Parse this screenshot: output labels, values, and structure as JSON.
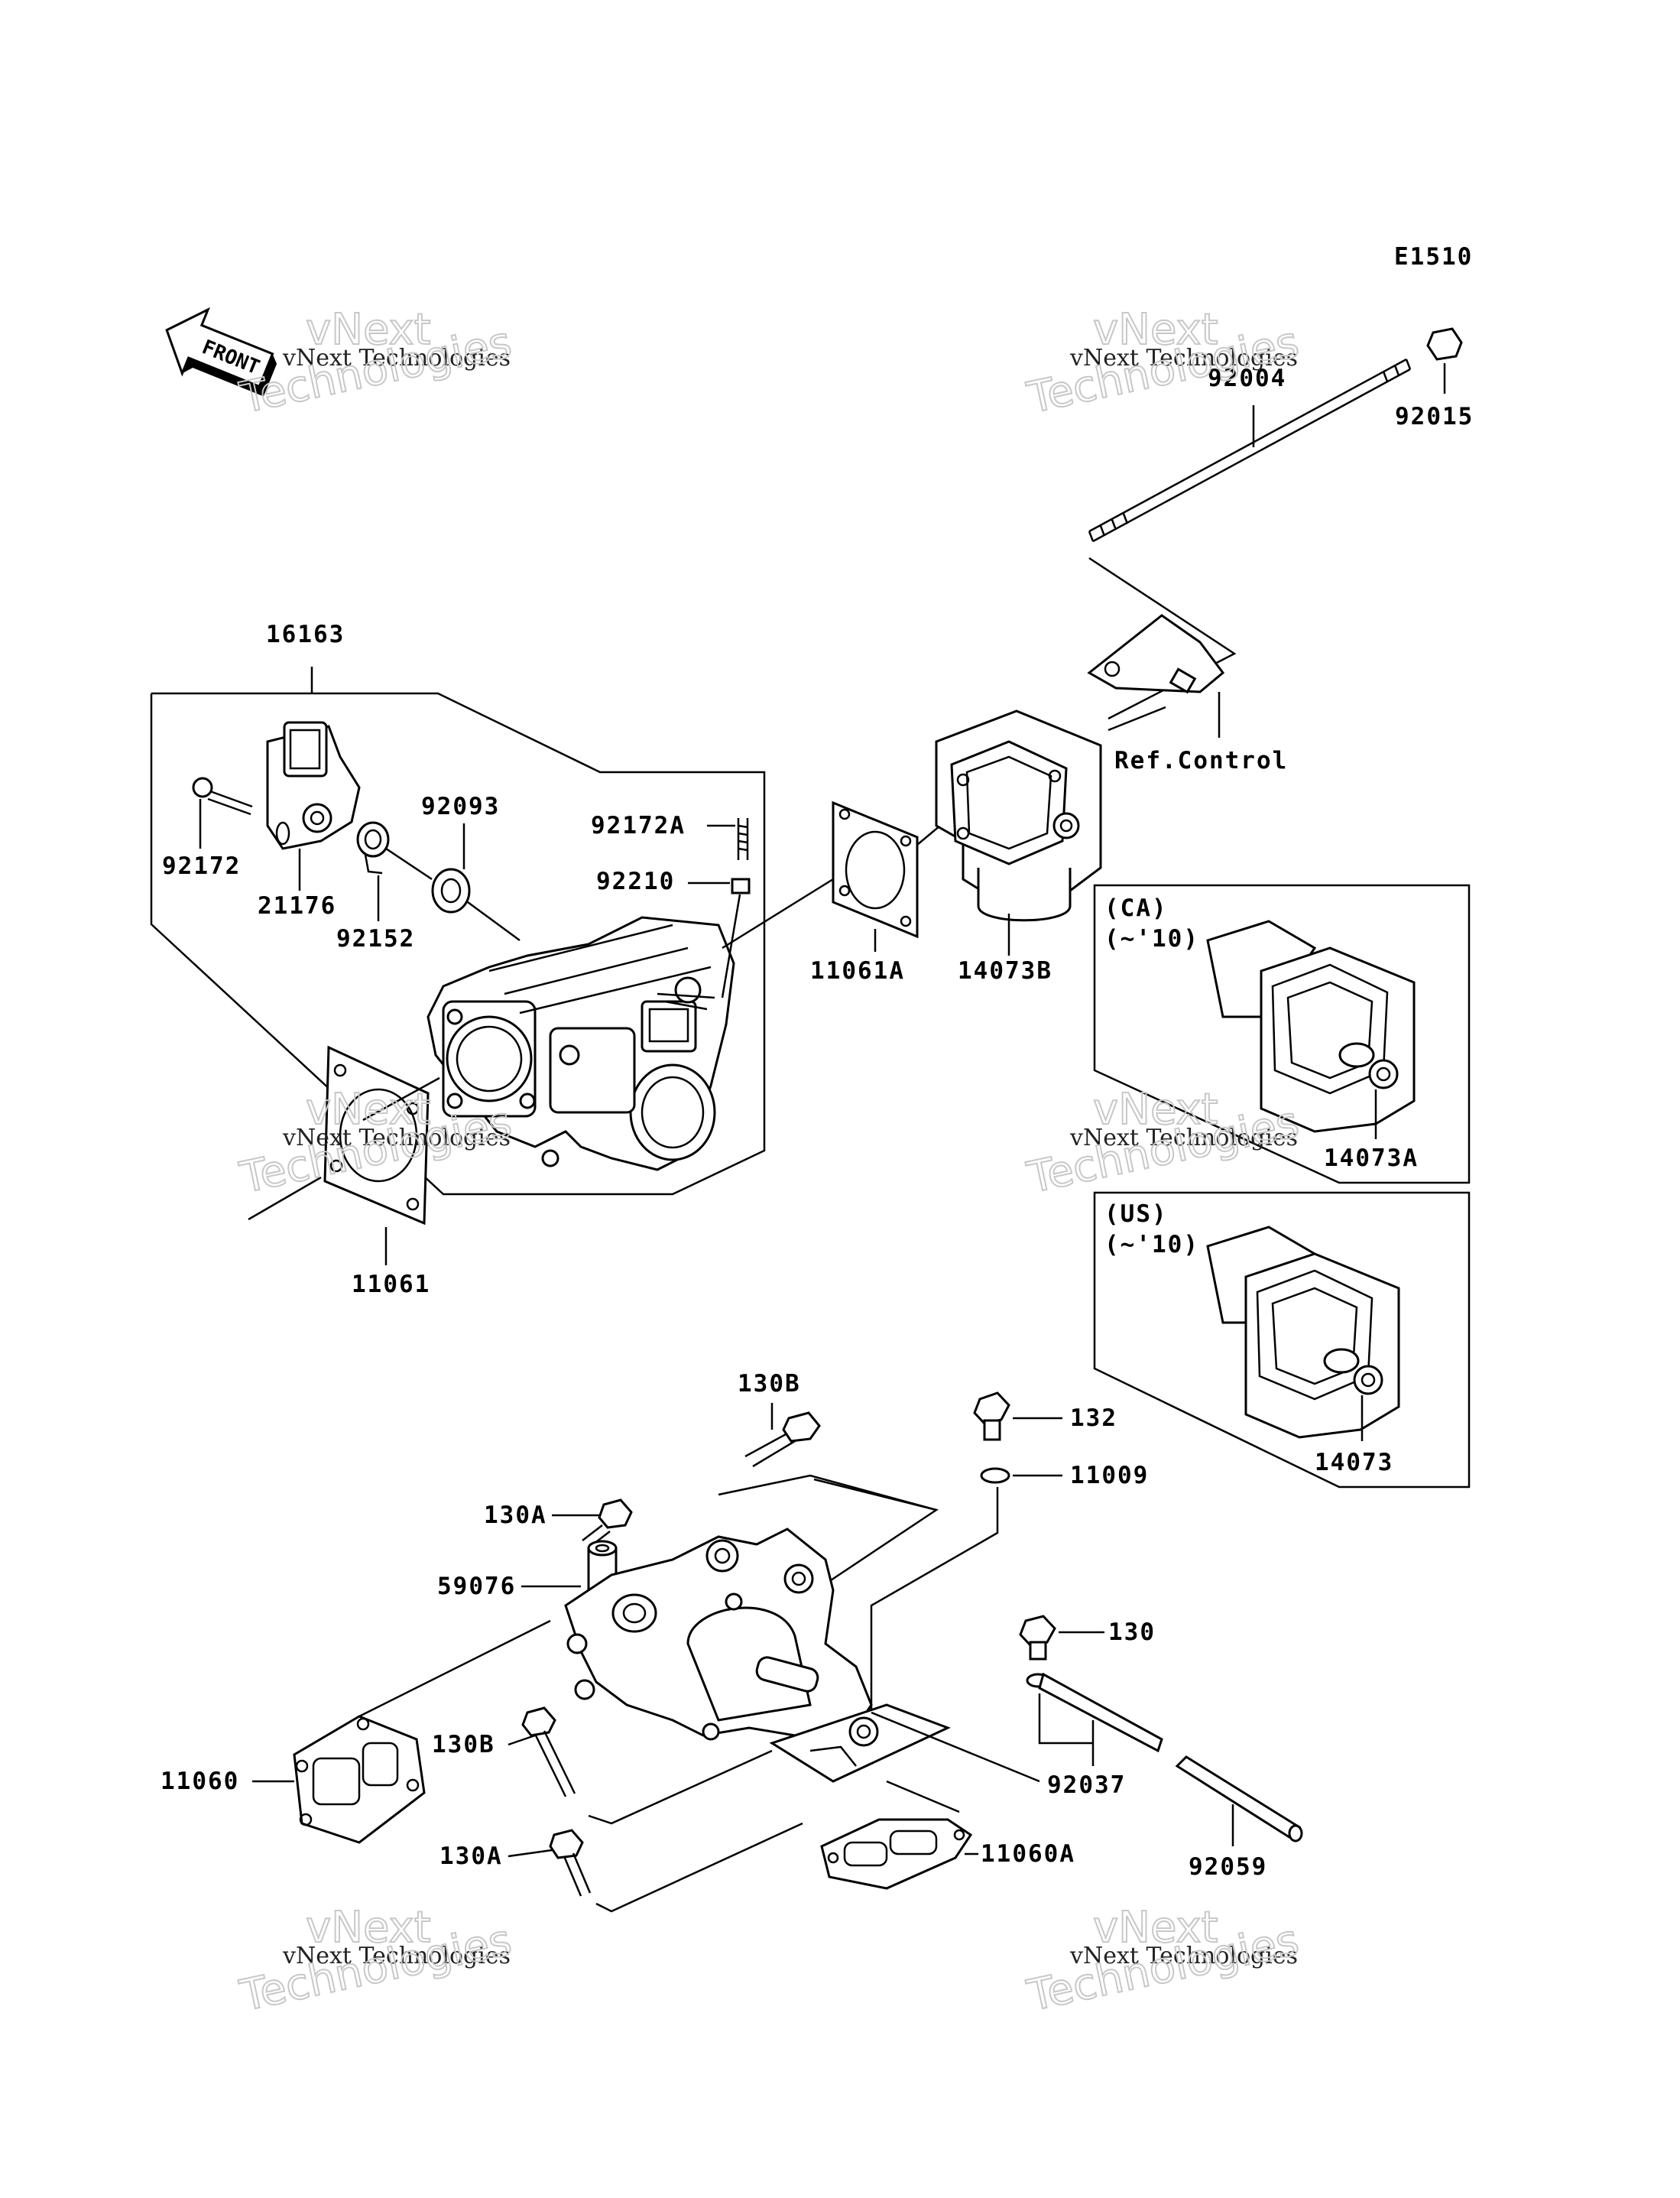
{
  "diagram": {
    "code": "E1510",
    "front_label": "FRONT",
    "watermark_lines": [
      "vNext Technologies",
      "vNext",
      "Technologies"
    ],
    "callouts": {
      "c16163": "16163",
      "c92172": "92172",
      "c21176": "21176",
      "c92152": "92152",
      "c92093": "92093",
      "c92172A": "92172A",
      "c92210": "92210",
      "c11061A": "11061A",
      "c14073B": "14073B",
      "c11061": "11061",
      "c92004": "92004",
      "c92015": "92015",
      "ref_control": "Ref.Control",
      "ca_region": "(CA)",
      "ca_years": "(~'10)",
      "c14073A": "14073A",
      "us_region": "(US)",
      "us_years": "(~'10)",
      "c14073": "14073",
      "c130B_top": "130B",
      "c132": "132",
      "c11009": "11009",
      "c130A_top": "130A",
      "c59076": "59076",
      "c130": "130",
      "c130B_bottom": "130B",
      "c92037": "92037",
      "c11060": "11060",
      "c130A_bottom": "130A",
      "c11060A": "11060A",
      "c92059": "92059"
    }
  }
}
